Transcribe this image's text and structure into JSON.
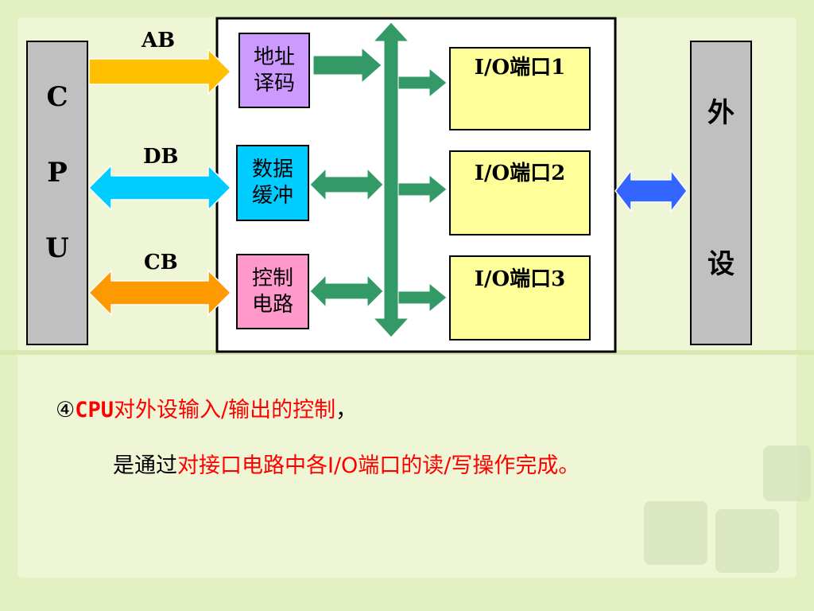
{
  "diagram": {
    "cpu": {
      "letters": [
        "C",
        "P",
        "U"
      ]
    },
    "peripheral": {
      "chars": [
        "外",
        "设"
      ]
    },
    "buses": {
      "ab": "AB",
      "db": "DB",
      "cb": "CB"
    },
    "modules": {
      "address_decode": [
        "地址",
        "译码"
      ],
      "data_buffer": [
        "数据",
        "缓冲"
      ],
      "control_circuit": [
        "控制",
        "电路"
      ]
    },
    "io_ports": [
      "I/O端口1",
      "I/O端口2",
      "I/O端口3"
    ],
    "colors": {
      "ab": "#ffc000",
      "db": "#00ccff",
      "cb": "#ff9900",
      "internal_bus": "#339966",
      "peripheral_link": "#3366ff",
      "address_decode": "#cc99ff",
      "data_buffer": "#00ccff",
      "control_circuit": "#ff99cc",
      "io_port": "#ffff99",
      "cpu": "#c0c0c0"
    }
  },
  "caption": {
    "line1": {
      "symbol": "④",
      "cpu": "CPU",
      "text": "对外设输入/输出的控制",
      "comma": "，"
    },
    "line2": {
      "prefix": "是通过",
      "text": "对接口电路中各I/O端口的读/写操作完成。"
    }
  }
}
